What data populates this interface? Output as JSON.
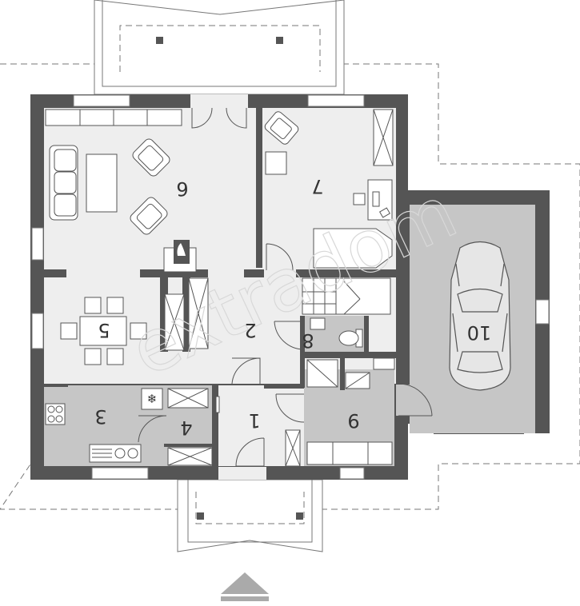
{
  "colors": {
    "wall": "#555555",
    "floor_light": "#eeeeee",
    "floor_grey": "#c6c6c6",
    "outline": "#777777",
    "arrow": "#aaaaaa"
  },
  "room_labels": {
    "r1": "1",
    "r2": "2",
    "r3": "3",
    "r4": "4",
    "r5": "5",
    "r6": "6",
    "r7": "7",
    "r8": "8",
    "r9": "9",
    "r10": "10"
  },
  "watermark": "extradom"
}
